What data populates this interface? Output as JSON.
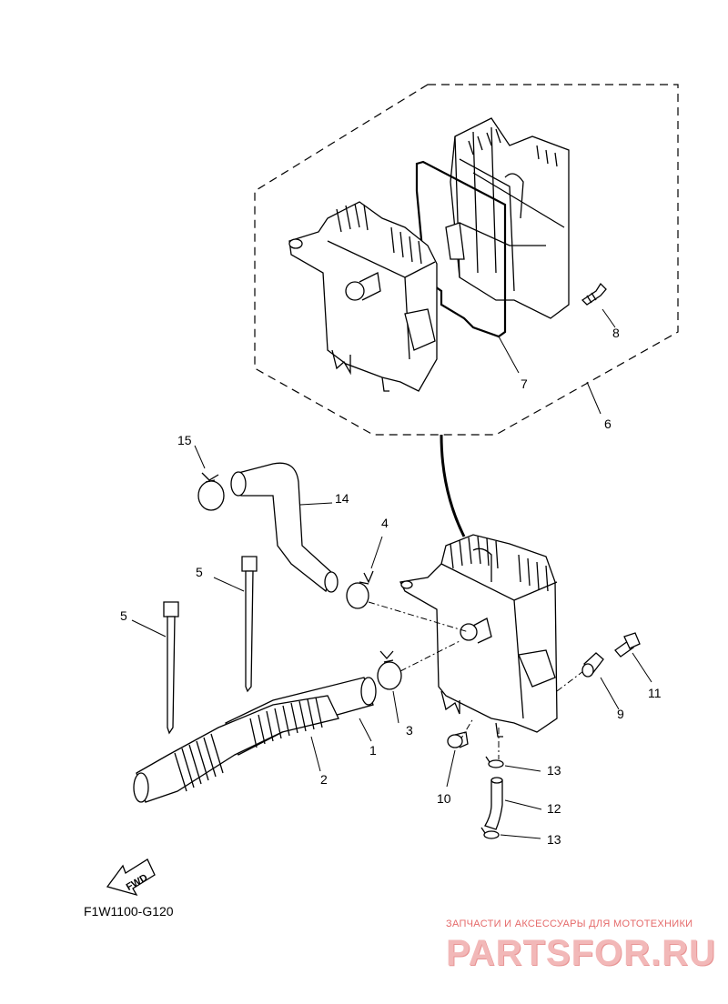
{
  "callouts": [
    {
      "id": "1",
      "text": "1"
    },
    {
      "id": "2",
      "text": "2"
    },
    {
      "id": "3",
      "text": "3"
    },
    {
      "id": "4",
      "text": "4"
    },
    {
      "id": "5a",
      "text": "5"
    },
    {
      "id": "5b",
      "text": "5"
    },
    {
      "id": "6",
      "text": "6"
    },
    {
      "id": "7",
      "text": "7"
    },
    {
      "id": "8",
      "text": "8"
    },
    {
      "id": "9",
      "text": "9"
    },
    {
      "id": "10",
      "text": "10"
    },
    {
      "id": "11",
      "text": "11"
    },
    {
      "id": "12",
      "text": "12"
    },
    {
      "id": "13a",
      "text": "13"
    },
    {
      "id": "13b",
      "text": "13"
    },
    {
      "id": "14",
      "text": "14"
    },
    {
      "id": "15",
      "text": "15"
    }
  ],
  "fwd_label": "FWD",
  "diagram_code": "F1W1100-G120",
  "watermark": {
    "tagline": "ЗАПЧАСТИ И АКСЕССУАРЫ ДЛЯ МОТОТЕХНИКИ",
    "logo": "PARTSFOR.RU"
  }
}
